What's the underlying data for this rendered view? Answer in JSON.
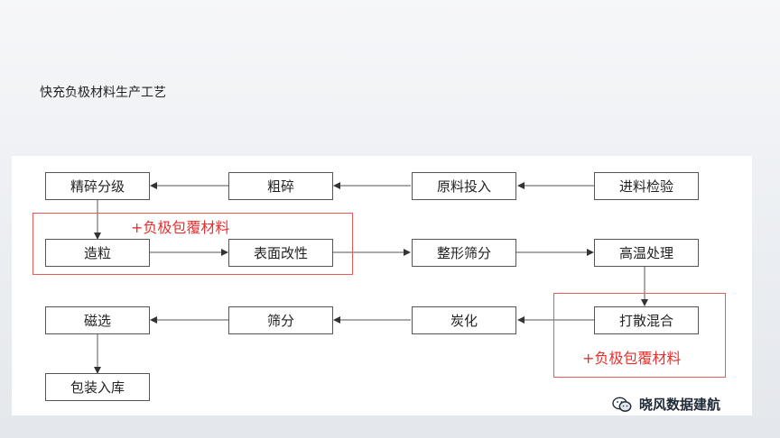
{
  "title": "快充负极材料生产工艺",
  "flow": {
    "r1c1": "精碎分级",
    "r1c2": "粗碎",
    "r1c3": "原料投入",
    "r1c4": "进料检验",
    "r2c1": "造粒",
    "r2c2": "表面改性",
    "r2c3": "整形筛分",
    "r2c4": "高温处理",
    "r3c1": "磁选",
    "r3c2": "筛分",
    "r3c3": "炭化",
    "r3c4": "打散混合",
    "r4c1": "包装入库"
  },
  "notes": {
    "coating_top": "+负极包覆材料",
    "coating_right": "+负极包覆材料"
  },
  "watermark": "晓风数据建航",
  "colors": {
    "highlight": "#e85a5a",
    "note_text": "#e8302f",
    "box_border": "#555555"
  }
}
